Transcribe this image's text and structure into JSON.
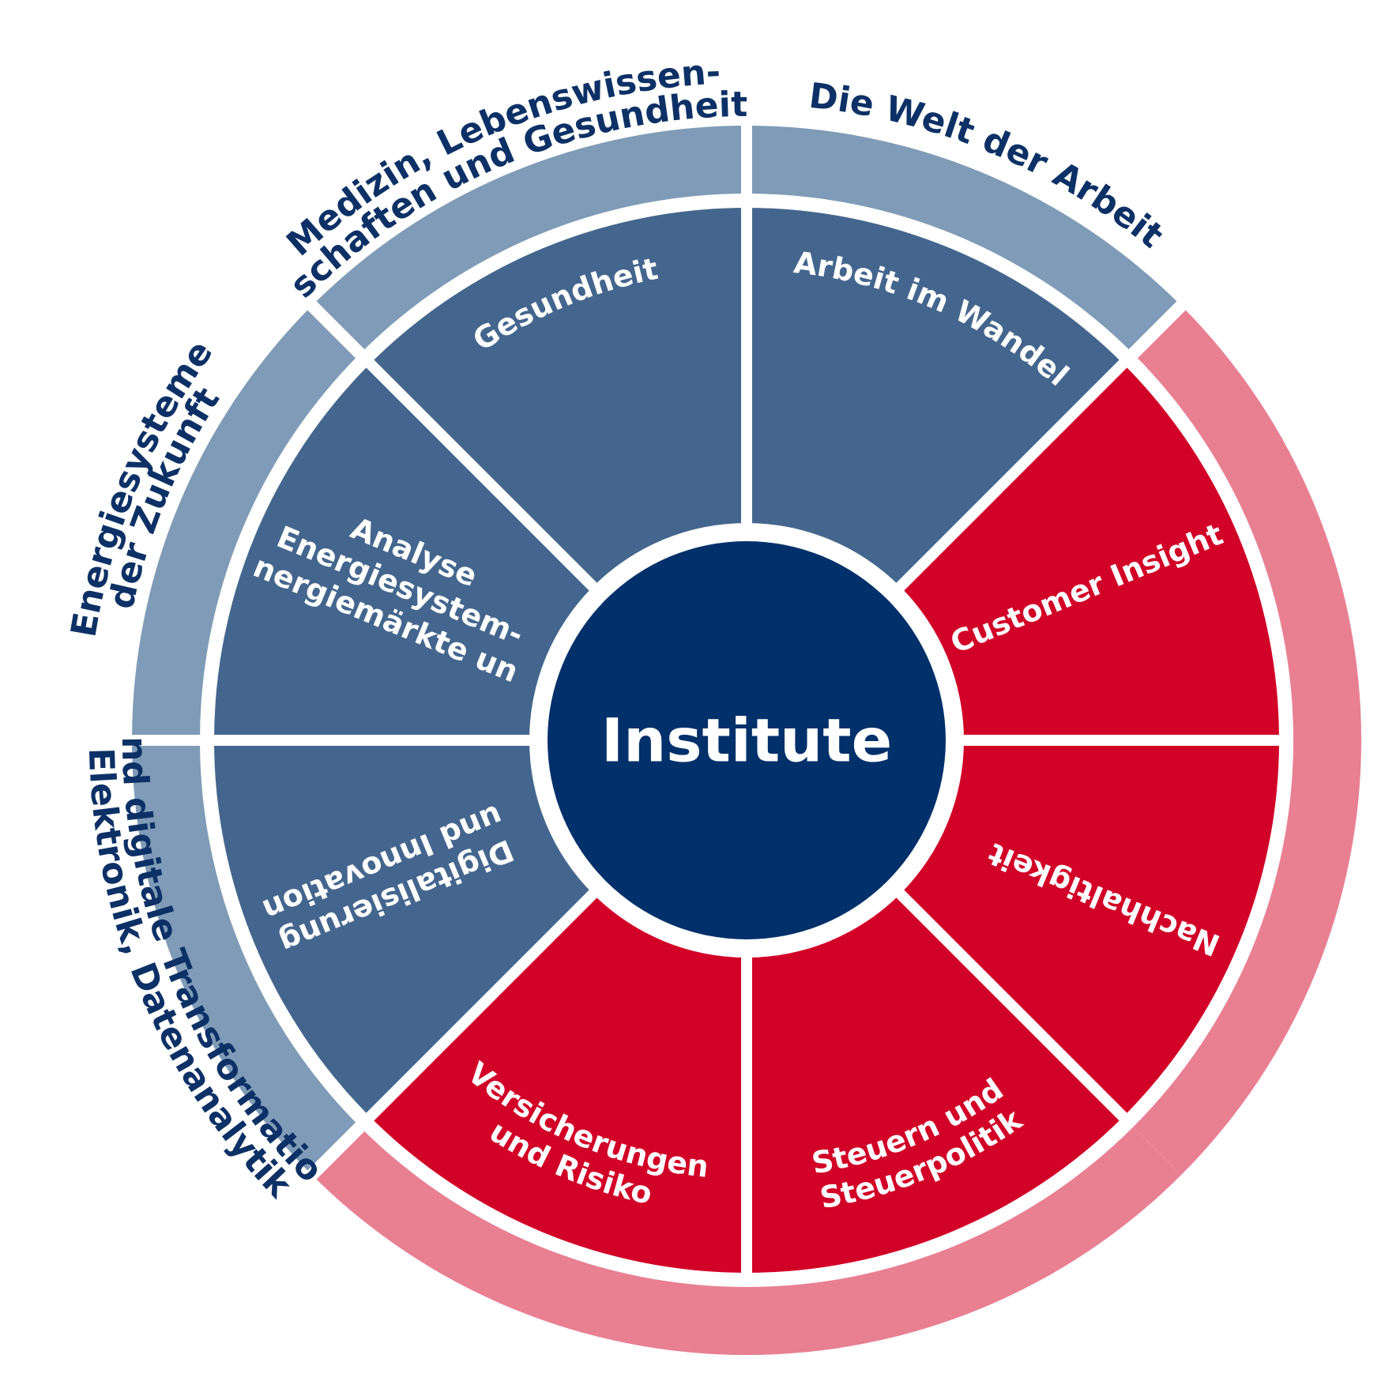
{
  "colors": {
    "center": "#02306a",
    "blue_segment": "#44668e",
    "blue_ring": "#7f9bb7",
    "red_segment": "#d20127",
    "red_ring": "#e88092",
    "outer_text": "#0d3166",
    "inner_text": "#ffffff",
    "background": "#ffffff"
  },
  "center": {
    "label": "Institute"
  },
  "outer_ring": [
    {
      "id": "medizin",
      "lines": [
        "Medizin, Lebenswissen-",
        "schaften und Gesundheit"
      ],
      "tone": "blue"
    },
    {
      "id": "arbeit",
      "lines": [
        "Die Welt der Arbeit"
      ],
      "tone": "blue"
    },
    {
      "id": "red-right",
      "lines": [],
      "tone": "red"
    },
    {
      "id": "red-bottom",
      "lines": [],
      "tone": "red"
    },
    {
      "id": "elektronik",
      "lines": [
        "Elektronik, Datenanalytik",
        "und digitale Transformation"
      ],
      "tone": "blue"
    },
    {
      "id": "energiesysteme",
      "lines": [
        "Energiesysteme",
        "der Zukunft"
      ],
      "tone": "blue"
    }
  ],
  "segments": [
    {
      "id": "gesundheit",
      "lines": [
        "Gesundheit"
      ],
      "tone": "blue"
    },
    {
      "id": "arbeit-im-wandel",
      "lines": [
        "Arbeit im Wandel"
      ],
      "tone": "blue"
    },
    {
      "id": "customer-insights",
      "lines": [
        "Customer Insights"
      ],
      "tone": "red"
    },
    {
      "id": "nachhaltigkeit",
      "lines": [
        "Nachhaltigkeit"
      ],
      "tone": "red"
    },
    {
      "id": "steuern",
      "lines": [
        "Steuern und",
        "Steuerpolitik"
      ],
      "tone": "red"
    },
    {
      "id": "versicherungen",
      "lines": [
        "Versicherungen",
        "und Risiko"
      ],
      "tone": "red"
    },
    {
      "id": "digitalisierung",
      "lines": [
        "Digitalisierung",
        "und Innovation"
      ],
      "tone": "blue"
    },
    {
      "id": "energiemaerkte",
      "lines": [
        "Energiemärkte und",
        "Energiesystem-",
        "Analyse"
      ],
      "tone": "blue"
    }
  ]
}
